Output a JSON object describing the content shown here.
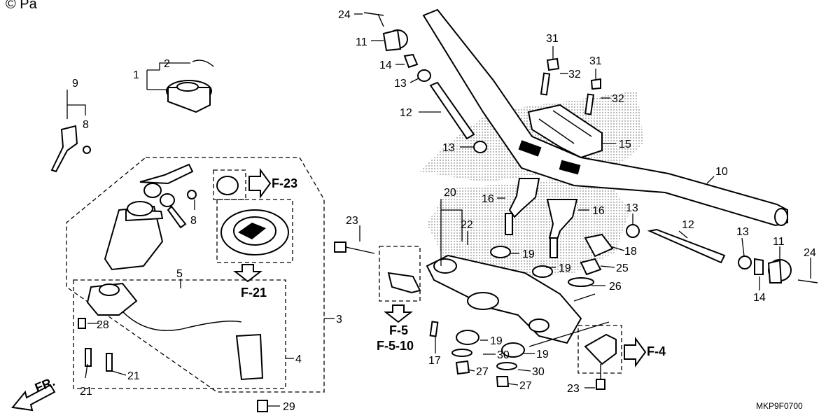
{
  "copyright": "© Pa",
  "diagram_code": "MKP9F0700",
  "direction_label": "FR.",
  "callouts": {
    "c24a": "24",
    "c11a": "11",
    "c14a": "14",
    "c13a": "13",
    "c12a": "12",
    "c13b": "13",
    "c31a": "31",
    "c32a": "32",
    "c31b": "31",
    "c32b": "32",
    "c15": "15",
    "c10": "10",
    "c2": "2",
    "c1": "1",
    "c9": "9",
    "c8a": "8",
    "c8b": "8",
    "c16a": "16",
    "c16b": "16",
    "c20": "20",
    "c22": "22",
    "c23a": "23",
    "c19a": "19",
    "c19b": "19",
    "c26": "26",
    "c18": "18",
    "c25": "25",
    "c13c": "13",
    "c12b": "12",
    "c13d": "13",
    "c11b": "11",
    "c24b": "24",
    "c14b": "14",
    "c5": "5",
    "c3": "3",
    "c28": "28",
    "c4": "4",
    "c21a": "21",
    "c21b": "21",
    "c29": "29",
    "c17": "17",
    "c19c": "19",
    "c30a": "30",
    "c19d": "19",
    "c27a": "27",
    "c30b": "30",
    "c27b": "27",
    "c23b": "23"
  },
  "refs": {
    "f23": "F-23",
    "f21": "F-21",
    "f5": "F-5",
    "f510": "F-5-10",
    "f4": "F-4"
  }
}
